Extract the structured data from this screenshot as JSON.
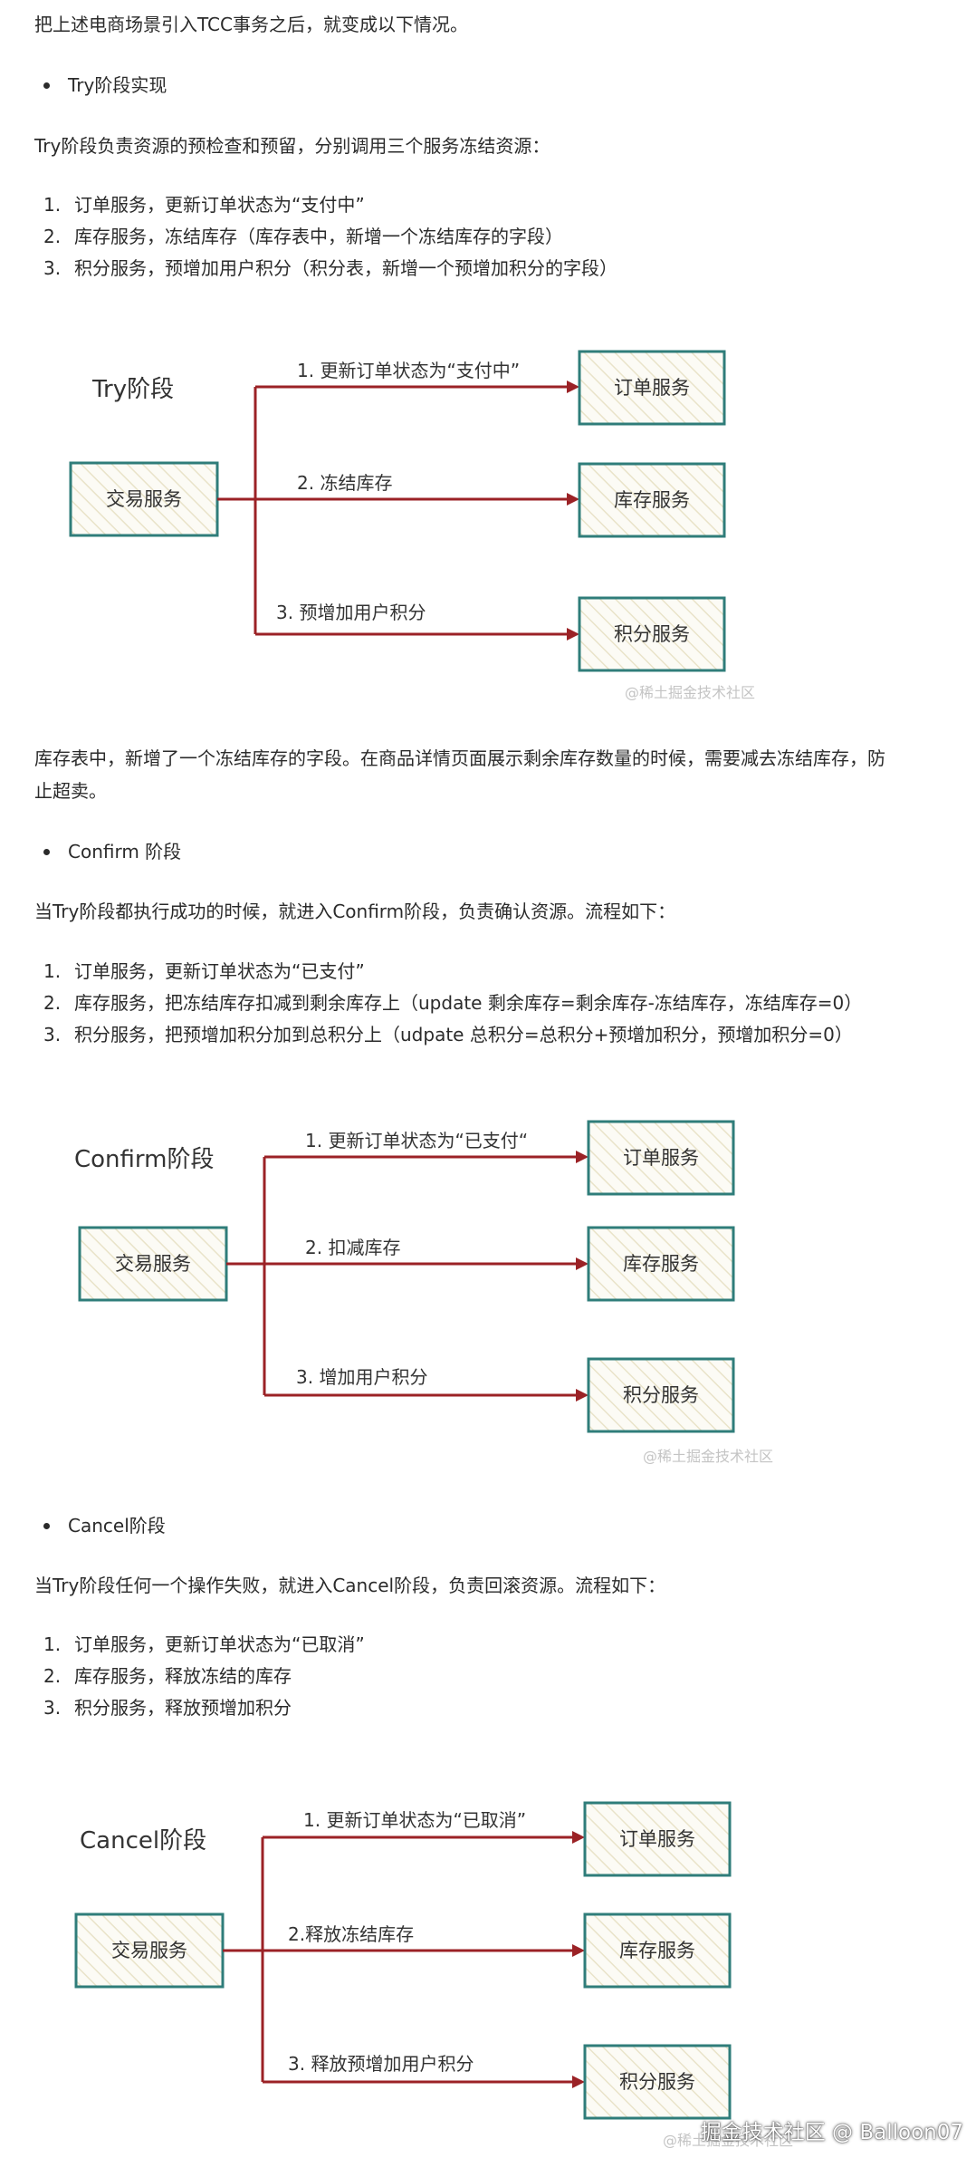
{
  "colors": {
    "arrow": "#9b2226",
    "box_border": "#2f7d7a",
    "box_hatch": "#e9e3c9",
    "watermark": "#c4c4c4"
  },
  "intro": "把上述电商场景引入TCC事务之后，就变成以下情况。",
  "try": {
    "heading": "Try阶段实现",
    "desc": "Try阶段负责资源的预检查和预留，分别调用三个服务冻结资源：",
    "list": [
      {
        "num": "1.",
        "text": "订单服务，更新订单状态为“支付中”"
      },
      {
        "num": "2.",
        "text": "库存服务，冻结库存（库存表中，新增一个冻结库存的字段）"
      },
      {
        "num": "3.",
        "text": "积分服务，预增加用户积分（积分表，新增一个预增加积分的字段）"
      }
    ],
    "diagram": {
      "phase_label": "Try阶段",
      "source": "交易服务",
      "targets": [
        "订单服务",
        "库存服务",
        "积分服务"
      ],
      "arrows": [
        "1. 更新订单状态为“支付中”",
        "2. 冻结库存",
        "3. 预增加用户积分"
      ],
      "watermark": "@稀土掘金技术社区"
    },
    "note_line1": "库存表中，新增了一个冻结库存的字段。在商品详情页面展示剩余库存数量的时候，需要减去冻结库存，防",
    "note_line2": "止超卖。"
  },
  "confirm": {
    "heading": "Confirm 阶段",
    "desc": "当Try阶段都执行成功的时候，就进入Confirm阶段，负责确认资源。流程如下：",
    "list": [
      {
        "num": "1.",
        "text": "订单服务，更新订单状态为“已支付”"
      },
      {
        "num": "2.",
        "text": "库存服务，把冻结库存扣减到剩余库存上（update 剩余库存=剩余库存-冻结库存，冻结库存=0）"
      },
      {
        "num": "3.",
        "text": "积分服务，把预增加积分加到总积分上（udpate 总积分=总积分+预增加积分，预增加积分=0）"
      }
    ],
    "diagram": {
      "phase_label": "Confirm阶段",
      "source": "交易服务",
      "targets": [
        "订单服务",
        "库存服务",
        "积分服务"
      ],
      "arrows": [
        "1. 更新订单状态为“已支付“",
        "2. 扣减库存",
        "3. 增加用户积分"
      ],
      "watermark": "@稀土掘金技术社区"
    }
  },
  "cancel": {
    "heading": "Cancel阶段",
    "desc": "当Try阶段任何一个操作失败，就进入Cancel阶段，负责回滚资源。流程如下：",
    "list": [
      {
        "num": "1.",
        "text": "订单服务，更新订单状态为“已取消”"
      },
      {
        "num": "2.",
        "text": "库存服务，释放冻结的库存"
      },
      {
        "num": "3.",
        "text": "积分服务，释放预增加积分"
      }
    ],
    "diagram": {
      "phase_label": "Cancel阶段",
      "source": "交易服务",
      "targets": [
        "订单服务",
        "库存服务",
        "积分服务"
      ],
      "arrows": [
        "1. 更新订单状态为“已取消”",
        "2.释放冻结库存",
        "3. 释放预增加用户积分"
      ],
      "watermark": "@稀土掘金技术社区"
    }
  },
  "footer": {
    "text": "掘金技术社区 @ Balloon07"
  }
}
